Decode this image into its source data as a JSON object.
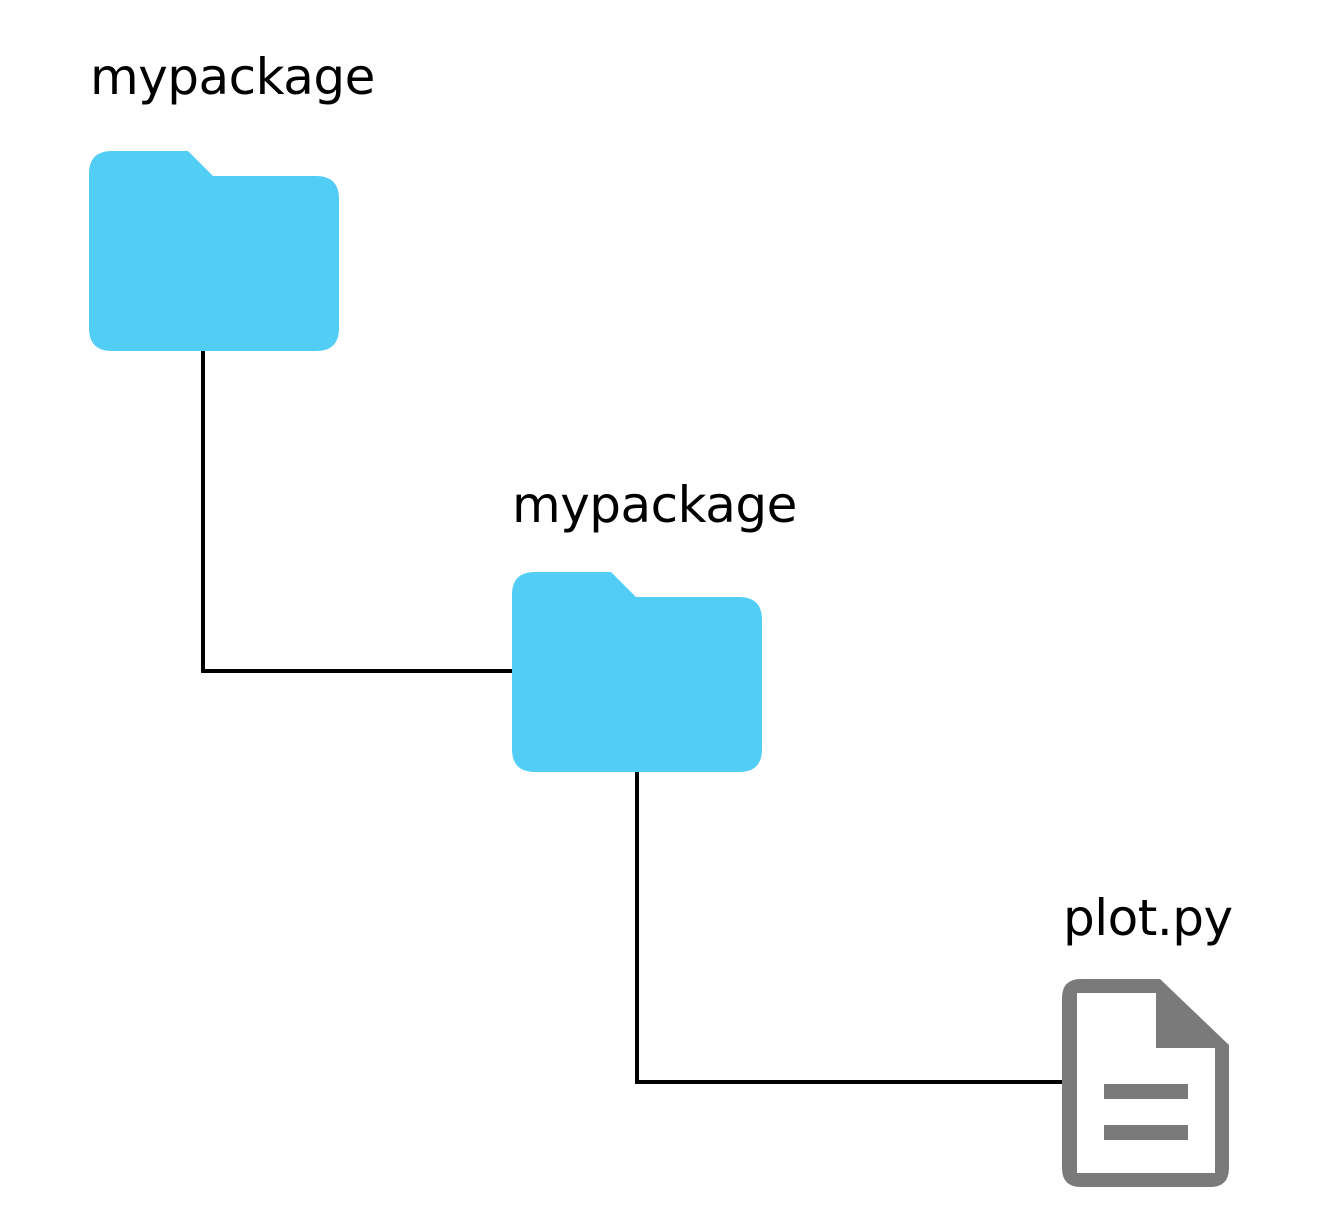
{
  "nodes": {
    "root": {
      "label": "mypackage",
      "icon": "folder-icon",
      "kind": "folder"
    },
    "child": {
      "label": "mypackage",
      "icon": "folder-icon",
      "kind": "folder"
    },
    "file": {
      "label": "plot.py",
      "icon": "file-document-icon",
      "kind": "file"
    }
  },
  "colors": {
    "folder": "#52CDF5",
    "file": "#7A7A7A",
    "connector": "#000000",
    "text": "#000000",
    "background": "#FFFFFF"
  }
}
